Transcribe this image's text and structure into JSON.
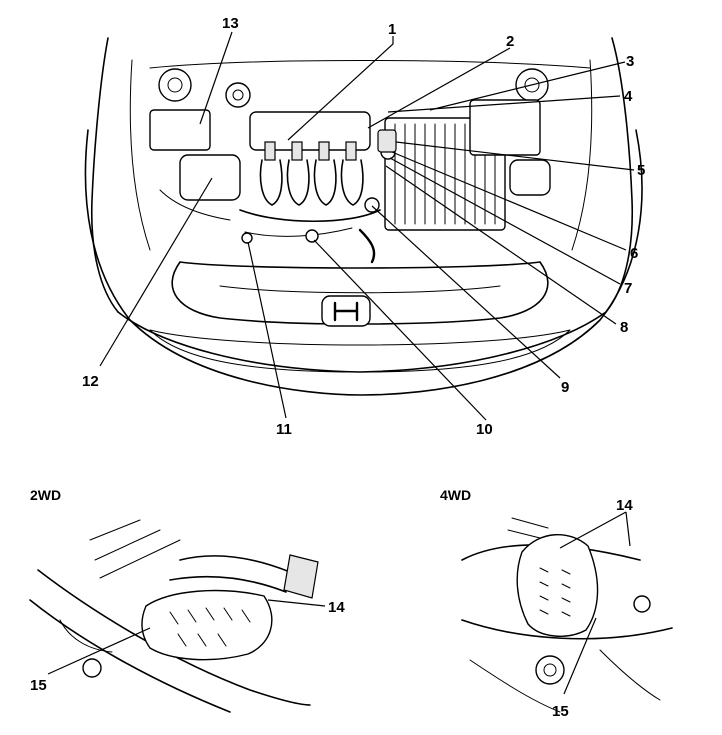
{
  "callouts": {
    "c1": "1",
    "c2": "2",
    "c3": "3",
    "c4": "4",
    "c5": "5",
    "c6": "6",
    "c7": "7",
    "c8": "8",
    "c9": "9",
    "c10": "10",
    "c11": "11",
    "c12": "12",
    "c13": "13",
    "c14_2wd": "14",
    "c15_2wd": "15",
    "c14_4wd": "14",
    "c15_4wd": "15"
  },
  "insets": {
    "left_title": "2WD",
    "right_title": "4WD"
  }
}
